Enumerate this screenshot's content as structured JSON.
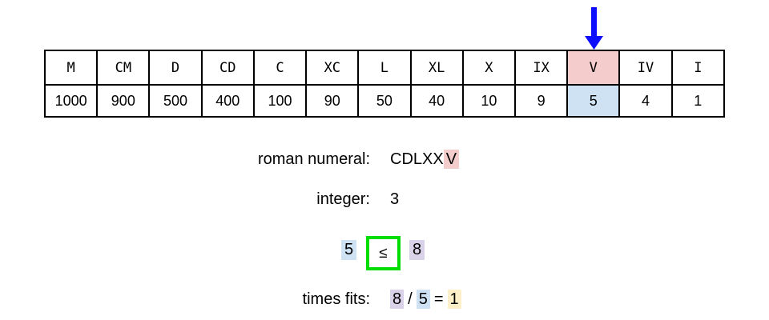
{
  "colors": {
    "arrow-blue": "#0d0dff",
    "highlight-pink": "#f4cccc",
    "highlight-blue": "#cfe2f3",
    "highlight-purple": "#d9d2e9",
    "highlight-yellow": "#fdf0c8",
    "comparison-green": "#00dd00",
    "table-border": "#000000"
  },
  "table": {
    "columns": [
      {
        "roman": "M",
        "value": "1000",
        "highlight": false
      },
      {
        "roman": "CM",
        "value": "900",
        "highlight": false
      },
      {
        "roman": "D",
        "value": "500",
        "highlight": false
      },
      {
        "roman": "CD",
        "value": "400",
        "highlight": false
      },
      {
        "roman": "C",
        "value": "100",
        "highlight": false
      },
      {
        "roman": "XC",
        "value": "90",
        "highlight": false
      },
      {
        "roman": "L",
        "value": "50",
        "highlight": false
      },
      {
        "roman": "XL",
        "value": "40",
        "highlight": false
      },
      {
        "roman": "X",
        "value": "10",
        "highlight": false
      },
      {
        "roman": "IX",
        "value": "9",
        "highlight": false
      },
      {
        "roman": "V",
        "value": "5",
        "highlight": true
      },
      {
        "roman": "IV",
        "value": "4",
        "highlight": false
      },
      {
        "roman": "I",
        "value": "1",
        "highlight": false
      }
    ],
    "arrow_points_to": "V"
  },
  "lines": {
    "roman_numeral": {
      "label": "roman numeral:",
      "prefix": "CDLXX",
      "highlighted_suffix": "V"
    },
    "integer": {
      "label": "integer:",
      "value": "3"
    },
    "comparison": {
      "left": "5",
      "operator": "≤",
      "right": "8"
    },
    "times_fits": {
      "label": "times fits:",
      "numerator": "8",
      "divide": "/",
      "denominator": "5",
      "equals": "=",
      "result": "1"
    }
  }
}
